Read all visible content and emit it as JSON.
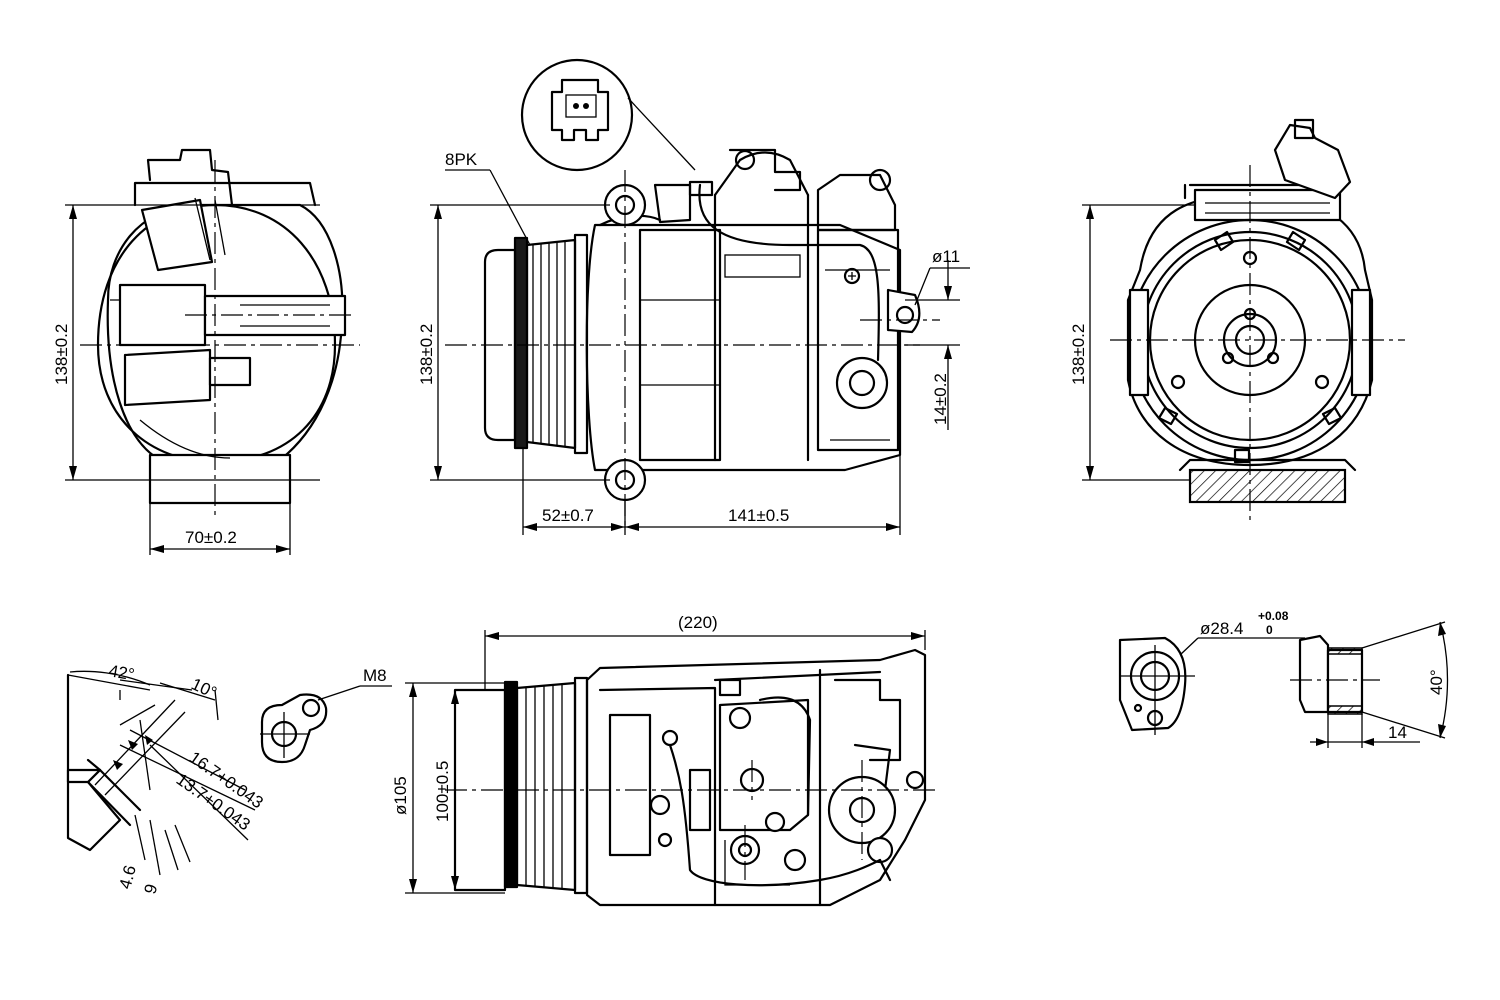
{
  "labels": {
    "pk": "8PK",
    "hole": "ø11",
    "height_left": "138±0.2",
    "height_mid": "138±0.2",
    "height_right": "138±0.2",
    "width_left": "70±0.2",
    "dim_52": "52±0.7",
    "dim_141": "141±0.5",
    "dim_14v": "14±0.2",
    "dim_220": "(220)",
    "thread": "M8",
    "dia_105": "ø105",
    "dia_100": "100±0.5",
    "angle_42": "42°",
    "angle_10": "10°",
    "dim_167": "16.7+0.043",
    "dim_137": "13.7+0.043",
    "dim_46": "4.6",
    "dim_9": "9",
    "dia_284": "ø28.4",
    "tol_upper": "+0.08",
    "tol_lower": "0",
    "angle_40": "40°",
    "dim_14h": "14"
  }
}
